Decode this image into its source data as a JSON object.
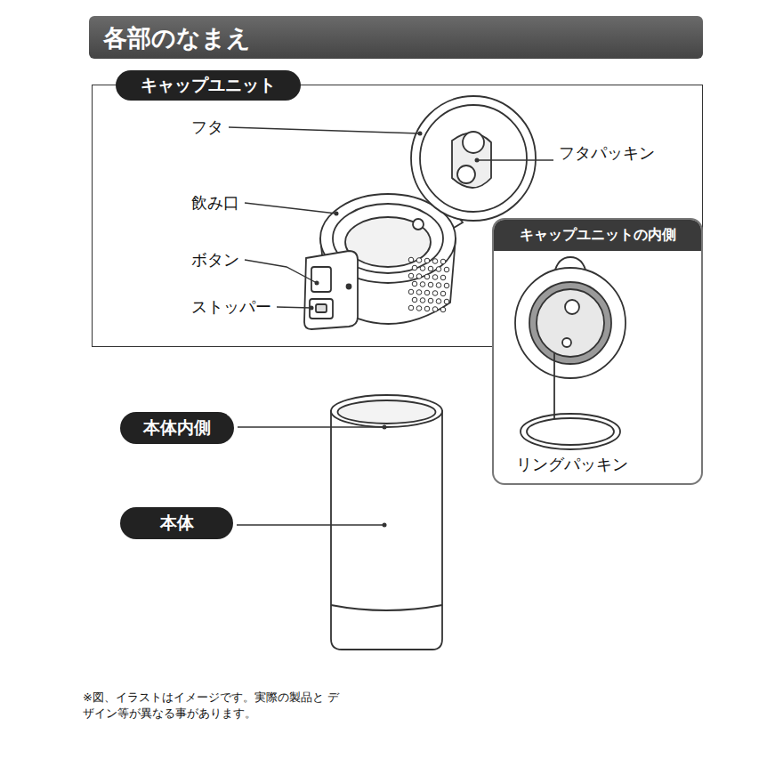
{
  "diagram": {
    "title": "各部のなまえ",
    "caption": "※図、イラストはイメージです。実際の製品と デザイン等が異なる事があります。",
    "nodes": [
      {
        "text": [
          "キャップユニット"
        ]
      },
      {
        "text": [
          "キャップユニットの内側"
        ]
      },
      {
        "text": [
          "本体内側"
        ]
      },
      {
        "text": [
          "本体"
        ]
      }
    ],
    "edges": [],
    "labels": [
      "フタ",
      "飲み口",
      "ボタン",
      "ストッパー",
      "フタパッキン",
      "リングパッキン"
    ]
  }
}
